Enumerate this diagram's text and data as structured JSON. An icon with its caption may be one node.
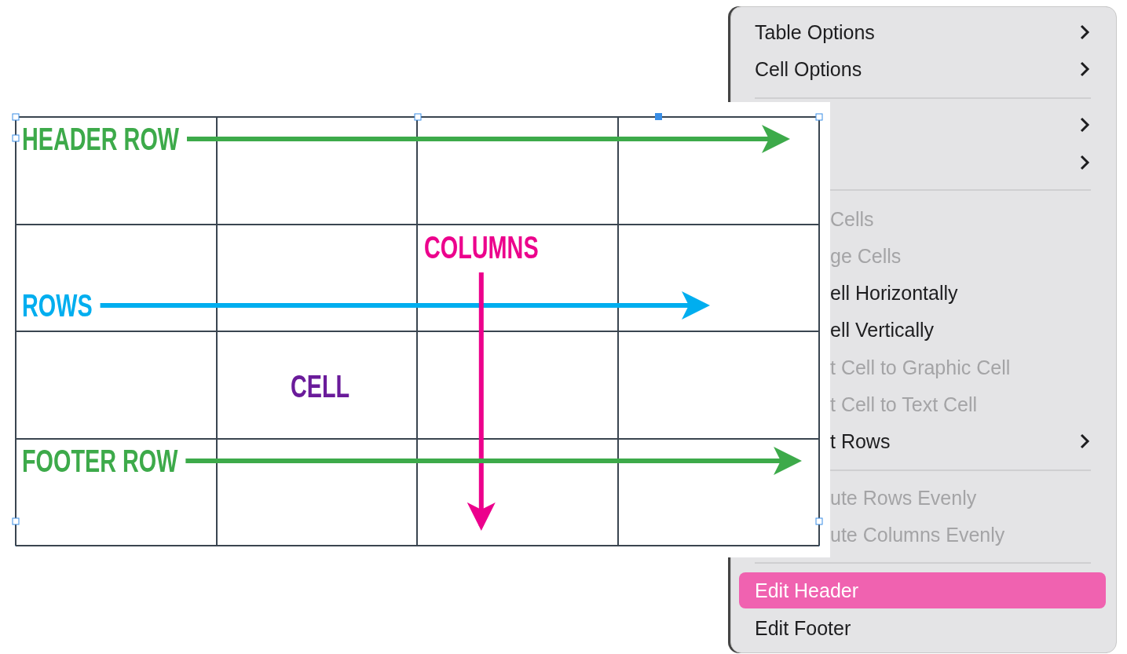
{
  "diagram": {
    "nodes": [
      {
        "text": [
          "HEADER ROW"
        ]
      },
      {
        "text": [
          "ROWS"
        ]
      },
      {
        "text": [
          "COLUMNS"
        ]
      },
      {
        "text": [
          "FOOTER ROW"
        ]
      }
    ],
    "edges": [
      {
        "from": 0,
        "to": null,
        "arrow": "to"
      },
      {
        "from": 1,
        "to": null,
        "arrow": "to",
        "color": "#00aeef"
      },
      {
        "from": 2,
        "to": null,
        "arrow": "to",
        "color": "#ec008c"
      },
      {
        "from": 3,
        "to": null,
        "arrow": "to"
      }
    ],
    "labels": [
      "CELL",
      "Table Options",
      "Cell Options",
      "Cells",
      "ge Cells",
      "ell Horizontally",
      "ell Vertically",
      "t Cell to Graphic Cell",
      "t Cell to Text Cell",
      "t Rows",
      "ute Rows Evenly",
      "ute Columns Evenly",
      "Edit Header",
      "Edit Footer"
    ]
  }
}
